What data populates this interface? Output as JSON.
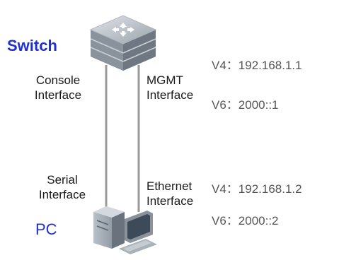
{
  "switch": {
    "label": "Switch"
  },
  "pc": {
    "label": "PC"
  },
  "console_interface": {
    "line1": "Console",
    "line2": "Interface"
  },
  "mgmt_interface": {
    "line1": "MGMT",
    "line2": "Interface"
  },
  "serial_interface": {
    "line1": "Serial",
    "line2": "Interface"
  },
  "ethernet_interface": {
    "line1": "Ethernet",
    "line2": "Interface"
  },
  "switch_addresses": {
    "v4": "V4：192.168.1.1",
    "v6": "V6：2000::1"
  },
  "pc_addresses": {
    "v4": "V4：192.168.1.2",
    "v6": "V6：2000::2"
  },
  "colors": {
    "title": "#1f2fd0",
    "cable": "#9a9a9a",
    "device": "#8c96a0"
  }
}
